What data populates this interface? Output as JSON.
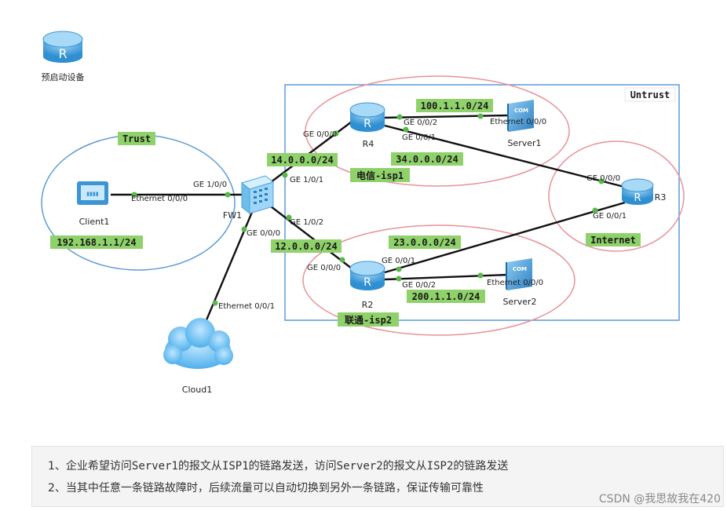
{
  "toolbar": {
    "start_devices_label": "预启动设备"
  },
  "zones": {
    "trust": "Trust",
    "untrust": "Untrust",
    "internet": "Internet"
  },
  "isp": {
    "isp1": "电信-isp1",
    "isp2": "联通-isp2"
  },
  "devices": {
    "client1": "Client1",
    "fw1": "FW1",
    "r4": "R4",
    "r2": "R2",
    "r3": "R3",
    "server1": "Server1",
    "server2": "Server2",
    "cloud1": "Cloud1",
    "server_icon_text": "COM"
  },
  "networks": {
    "lan": "192.168.1.1/24",
    "fw_r4": "14.0.0.0/24",
    "fw_r2": "12.0.0.0/24",
    "r4_server1": "100.1.1.0/24",
    "r4_r3": "34.0.0.0/24",
    "r2_r3": "23.0.0.0/24",
    "r2_server2": "200.1.1.0/24"
  },
  "ports": {
    "client1_eth": "Ethernet 0/0/0",
    "fw_ge100": "GE 1/0/0",
    "fw_ge101": "GE 1/0/1",
    "fw_ge102": "GE 1/0/2",
    "fw_ge000": "GE 0/0/0",
    "cloud_eth": "Ethernet 0/0/1",
    "r4_ge000": "GE 0/0/0",
    "r4_ge002": "GE 0/0/2",
    "r4_ge001": "GE 0/0/1",
    "server1_eth": "Ethernet 0/0/0",
    "r3_ge000": "GE 0/0/0",
    "r3_ge001": "GE 0/0/1",
    "r2_ge000": "GE 0/0/0",
    "r2_ge001": "GE 0/0/1",
    "r2_ge002": "GE 0/0/2",
    "server2_eth": "Ethernet 0/0/0"
  },
  "notes": {
    "line1": {
      "prefix": "1、企业希望访问",
      "s1": "Server1",
      "mid1": "的报文从",
      "isp1": "ISP1",
      "mid2": "的链路发送，访问",
      "s2": "Server2",
      "mid3": "的报文从",
      "isp2": "ISP2",
      "suffix": "的链路发送"
    },
    "line2": "2、当其中任意一条链路故障时，后续流量可以自动切换到另外一条链路，保证传输可靠性"
  },
  "watermark": "CSDN @我思故我在420",
  "colors": {
    "zone_border": "#5b9bd5",
    "ellipse": "#e8929a",
    "label_highlight": "#8fd16a",
    "router": "#4aa3df"
  }
}
